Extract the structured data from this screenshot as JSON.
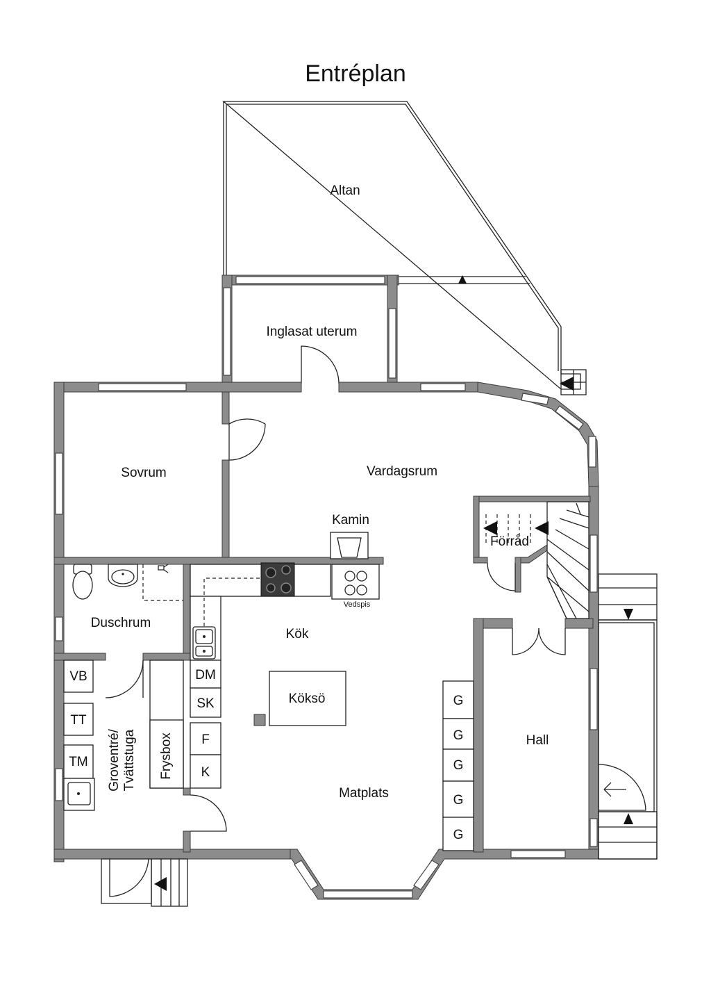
{
  "title": "Entréplan",
  "rooms": {
    "altan": "Altan",
    "uterum": "Inglasat uterum",
    "sovrum": "Sovrum",
    "vardagsrum": "Vardagsrum",
    "kamin": "Kamin",
    "forrad": "Förråd",
    "duschrum": "Duschrum",
    "kok": "Kök",
    "koksö": "Köksö",
    "vedspis": "Vedspis",
    "hall": "Hall",
    "matplats": "Matplats",
    "groventre_line1": "Groventré/",
    "groventre_line2": "Tvättstuga",
    "frysbox": "Frysbox"
  },
  "appliances": {
    "dm": "DM",
    "sk": "SK",
    "f": "F",
    "k": "K",
    "vb": "VB",
    "tt": "TT",
    "tm": "TM"
  },
  "wardrobes": [
    "G",
    "G",
    "G",
    "G",
    "G"
  ]
}
